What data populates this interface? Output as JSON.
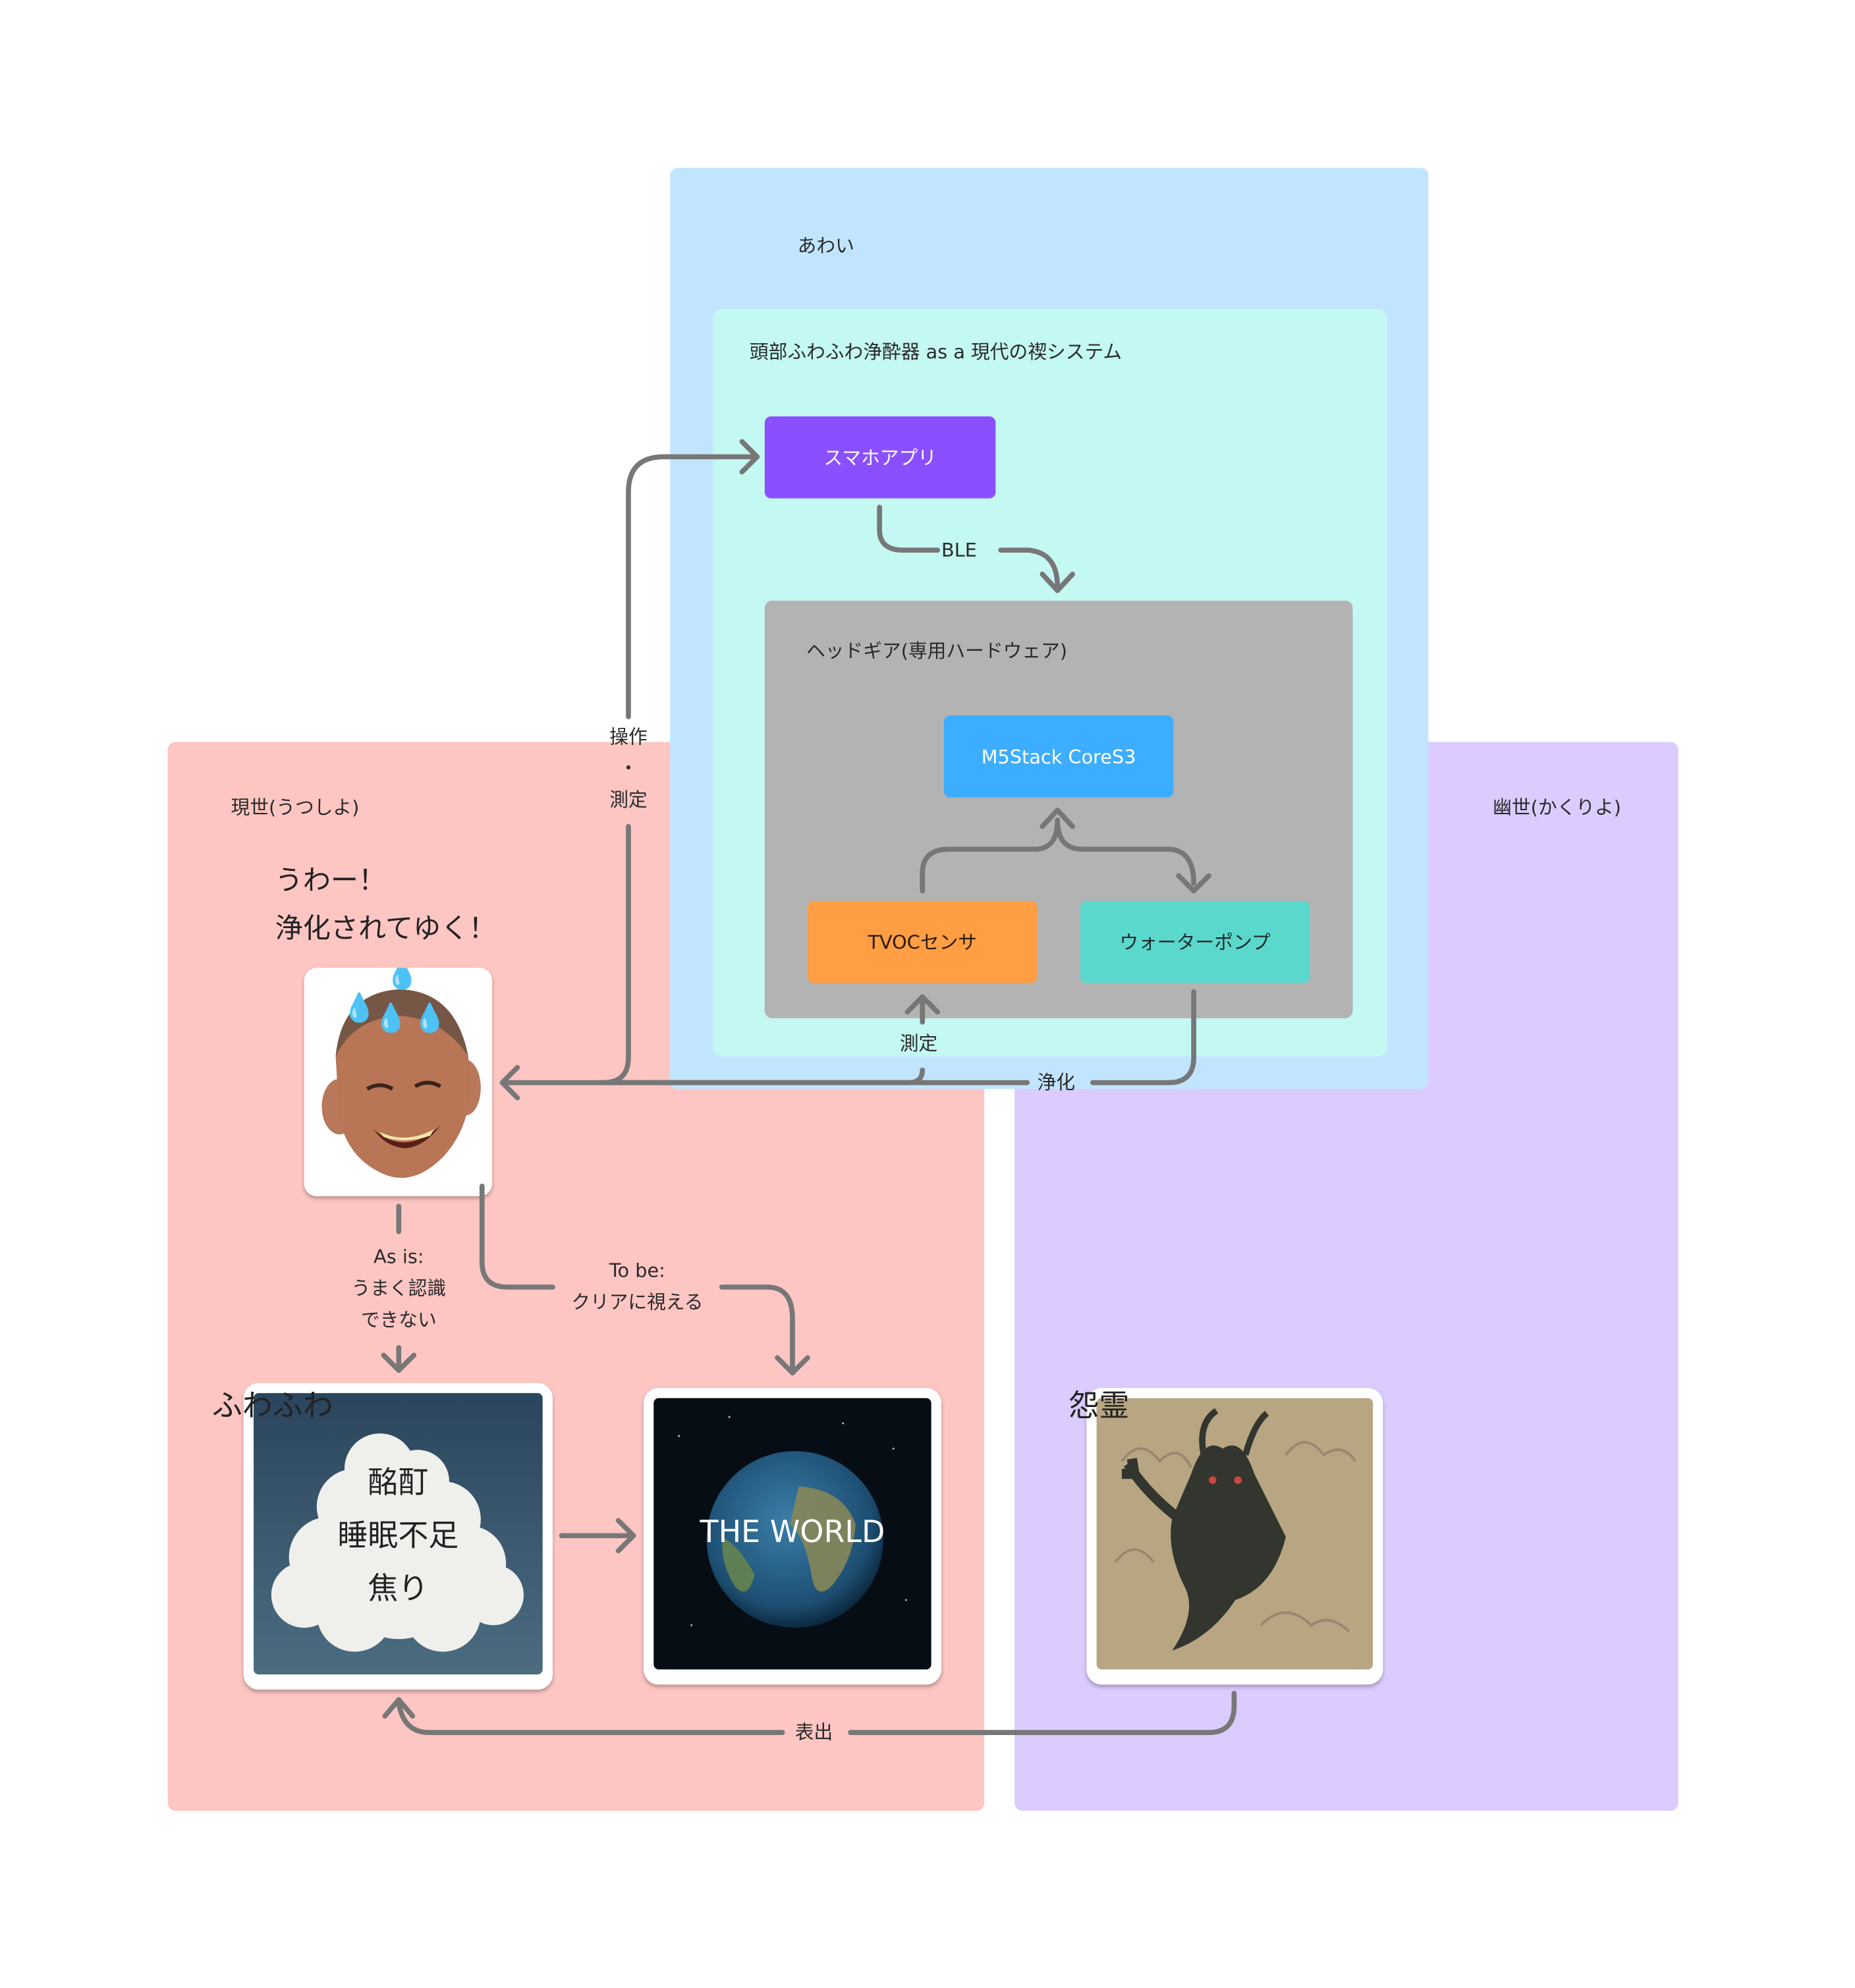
{
  "regions": {
    "awai": {
      "label": "あわい",
      "color": "#c2e5ff"
    },
    "system": {
      "label": "頭部ふわふわ浄酔器 as a 現代の禊システム",
      "color": "#c4f8f3"
    },
    "headgear": {
      "label": "ヘッドギア(専用ハードウェア)",
      "color": "#b3b3b3"
    },
    "utsushiyo": {
      "label": "現世(うつしよ)",
      "color": "#fdc6c2"
    },
    "kakuriyo": {
      "label": "幽世(かくりよ)",
      "color": "#dccbff"
    }
  },
  "nodes": {
    "app": {
      "label": "スマホアプリ",
      "color": "#8a50ff"
    },
    "m5": {
      "label": "M5Stack CoreS3",
      "color": "#3daeff"
    },
    "tvoc": {
      "label": "TVOCセンサ",
      "color": "#ff9e42"
    },
    "pump": {
      "label": "ウォーターポンプ",
      "color": "#5ad8cc"
    }
  },
  "person": {
    "speech_line1": "うわー！",
    "speech_line2": "浄化されてゆく！",
    "sweat_icon": "💧"
  },
  "cards": {
    "fuwafuwa": {
      "title": "ふわふわ",
      "lines": [
        "酩酊",
        "睡眠不足",
        "焦り"
      ]
    },
    "world": {
      "text": "THE WORLD"
    },
    "onryo": {
      "title": "怨霊"
    }
  },
  "edges": {
    "ble": "BLE",
    "operate_line1": "操作",
    "operate_dot": "・",
    "operate_line2": "測定",
    "measure": "測定",
    "purify": "浄化",
    "asis_line1": "As is:",
    "asis_line2": "うまく認識",
    "asis_line3": "できない",
    "tobe_line1": "To be:",
    "tobe_line2": "クリアに視える",
    "manifest": "表出"
  },
  "colors": {
    "wire": "#777777",
    "text": "#2a2a2a"
  }
}
